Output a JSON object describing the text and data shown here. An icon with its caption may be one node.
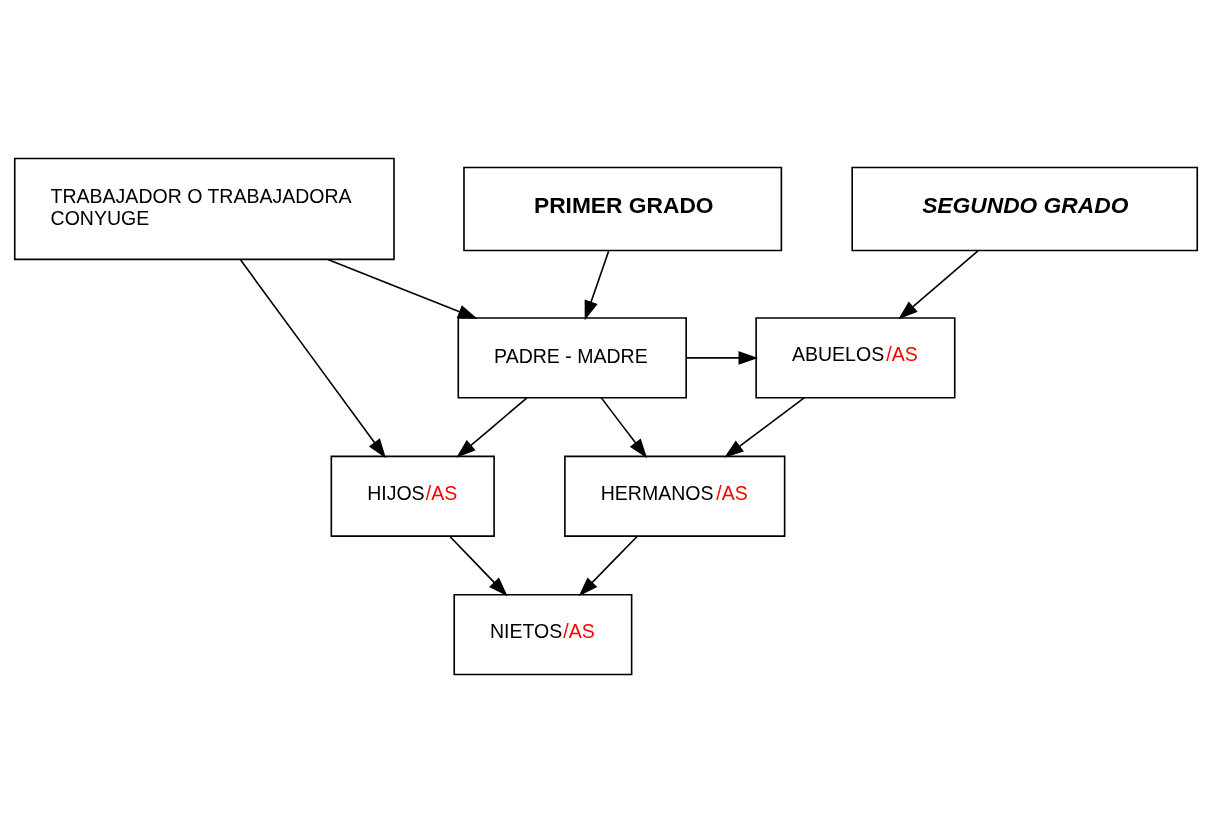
{
  "diagram": {
    "nodes": [
      {
        "text": [
          "PRIMER GRADO"
        ]
      },
      {
        "text": [
          "SEGUNDO GRADO"
        ]
      },
      {
        "text": [
          "PADRE - MADRE"
        ]
      },
      {
        "text": [
          "ABUELOS/AS"
        ]
      },
      {
        "text": [
          "HERMANOS/AS"
        ]
      },
      {
        "text": [
          "TRABAJADOR O TRABAJADORA CONYUGE"
        ]
      },
      {
        "text": [
          "HIJOS/AS"
        ]
      },
      {
        "text": [
          "NIETOS/AS"
        ]
      }
    ],
    "edges": [
      {
        "from": 0,
        "to": 2,
        "arrow": "to"
      },
      {
        "from": 1,
        "to": 3,
        "arrow": "to"
      },
      {
        "from": 2,
        "to": 3,
        "arrow": "to"
      },
      {
        "from": 2,
        "to": 4,
        "arrow": "to"
      },
      {
        "from": 3,
        "to": 4,
        "arrow": "to"
      },
      {
        "from": 5,
        "to": 2,
        "arrow": "to"
      },
      {
        "from": 5,
        "to": 6,
        "arrow": "to"
      },
      {
        "from": 2,
        "to": 6,
        "arrow": "to"
      },
      {
        "from": 4,
        "to": 7,
        "arrow": "to"
      },
      {
        "from": 6,
        "to": 7,
        "arrow": "to"
      }
    ]
  }
}
